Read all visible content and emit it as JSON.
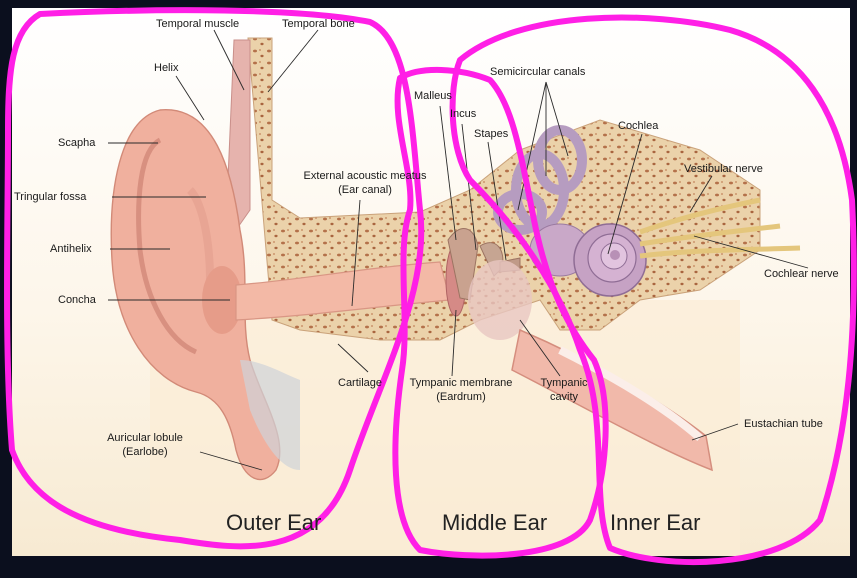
{
  "labels": {
    "temporal_muscle": "Temporal muscle",
    "temporal_bone": "Temporal bone",
    "helix": "Helix",
    "scapha": "Scapha",
    "triangular_fossa": "Tringular fossa",
    "antihelix": "Antihelix",
    "concha": "Concha",
    "external_meatus_1": "External acoustic meatus",
    "external_meatus_2": "(Ear canal)",
    "malleus": "Malleus",
    "incus": "Incus",
    "stapes": "Stapes",
    "semicircular": "Semicircular canals",
    "cochlea": "Cochlea",
    "vestibular_nerve": "Vestibular nerve",
    "cochlear_nerve": "Cochlear nerve",
    "cartilage": "Cartilage",
    "tympanic_membrane_1": "Tympanic membrane",
    "tympanic_membrane_2": "(Eardrum)",
    "tympanic_cavity_1": "Tympanic",
    "tympanic_cavity_2": "cavity",
    "eustachian_tube": "Eustachian tube",
    "lobule_1": "Auricular lobule",
    "lobule_2": "(Earlobe)"
  },
  "regions": {
    "outer": "Outer Ear",
    "middle": "Middle Ear",
    "inner": "Inner Ear"
  },
  "colors": {
    "background": "#0b0f1e",
    "outline": "#ff1fe6",
    "skin": "#f2b8a8",
    "bone": "#e9cfa6",
    "bone_pores": "#b4714a"
  }
}
